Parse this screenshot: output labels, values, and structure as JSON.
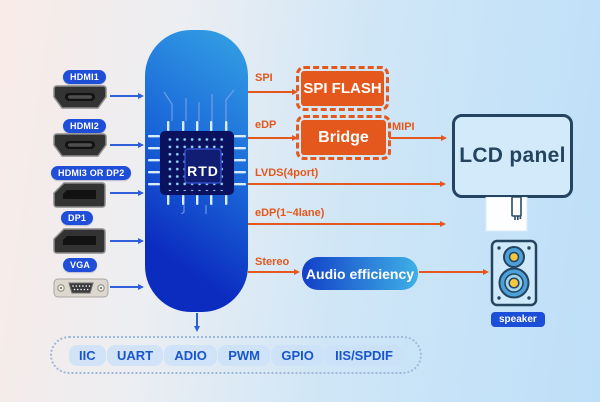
{
  "inputs": [
    {
      "label": "HDMI1"
    },
    {
      "label": "HDMI2"
    },
    {
      "label": "HDMI3 OR DP2"
    },
    {
      "label": "DP1"
    },
    {
      "label": "VGA"
    }
  ],
  "soc": {
    "name": "RTD"
  },
  "outputs": {
    "spi": {
      "bus": "SPI",
      "box": "SPI FLASH"
    },
    "edp_bridge": {
      "bus": "eDP",
      "box": "Bridge",
      "next_bus": "MIPI"
    },
    "lvds": {
      "bus": "LVDS(4port)"
    },
    "edp_direct": {
      "bus": "eDP(1~4lane)"
    },
    "stereo": {
      "bus": "Stereo",
      "box": "Audio efficiency"
    }
  },
  "display": {
    "label": "LCD panel"
  },
  "speaker": {
    "label": "speaker"
  },
  "peripherals": [
    "IIC",
    "UART",
    "ADIO",
    "PWM",
    "GPIO",
    "IIS/SPDIF"
  ],
  "colors": {
    "accent_orange": "#e4571d",
    "arrow_blue": "#2f5fd9",
    "label_blue": "#1f4ed8",
    "navy_outline": "#24445f",
    "soc_dark_blue": "#0c2cc0",
    "soc_light_blue": "#35a3e5"
  }
}
